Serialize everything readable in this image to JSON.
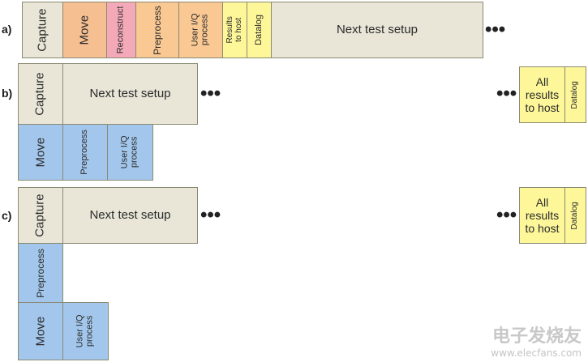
{
  "colors": {
    "capture": "#e9e6d8",
    "move_a": "#f6bf92",
    "reconstruct": "#f3a9b8",
    "preprocess_a": "#f9c893",
    "user_iq_a": "#f9c893",
    "results": "#fdf79a",
    "blue": "#a3c7ec",
    "yellow": "#fdf79a",
    "border": "#8a8a72"
  },
  "row_labels": {
    "a": "a)",
    "b": "b)",
    "c": "c)"
  },
  "dots": "•••",
  "row_a": {
    "capture": "Capture",
    "move": "Move",
    "reconstruct": "Reconstruct",
    "preprocess": "Preprocess",
    "user_iq": "User I/Q\nprocess",
    "results": "Results\nto host",
    "datalog": "Datalog",
    "next": "Next test setup"
  },
  "row_b": {
    "capture": "Capture",
    "next": "Next test setup",
    "move": "Move",
    "preprocess": "Preprocess",
    "user_iq": "User I/Q\nprocess",
    "all_results": "All\nresults\nto host",
    "datalog": "Datalog"
  },
  "row_c": {
    "capture": "Capture",
    "next": "Next test setup",
    "preprocess": "Preprocess",
    "move": "Move",
    "user_iq": "User I/Q\nprocess",
    "all_results": "All\nresults\nto host",
    "datalog": "Datalog"
  },
  "watermark": {
    "logo": "电子发烧友",
    "url": "www.elecfans.com"
  }
}
